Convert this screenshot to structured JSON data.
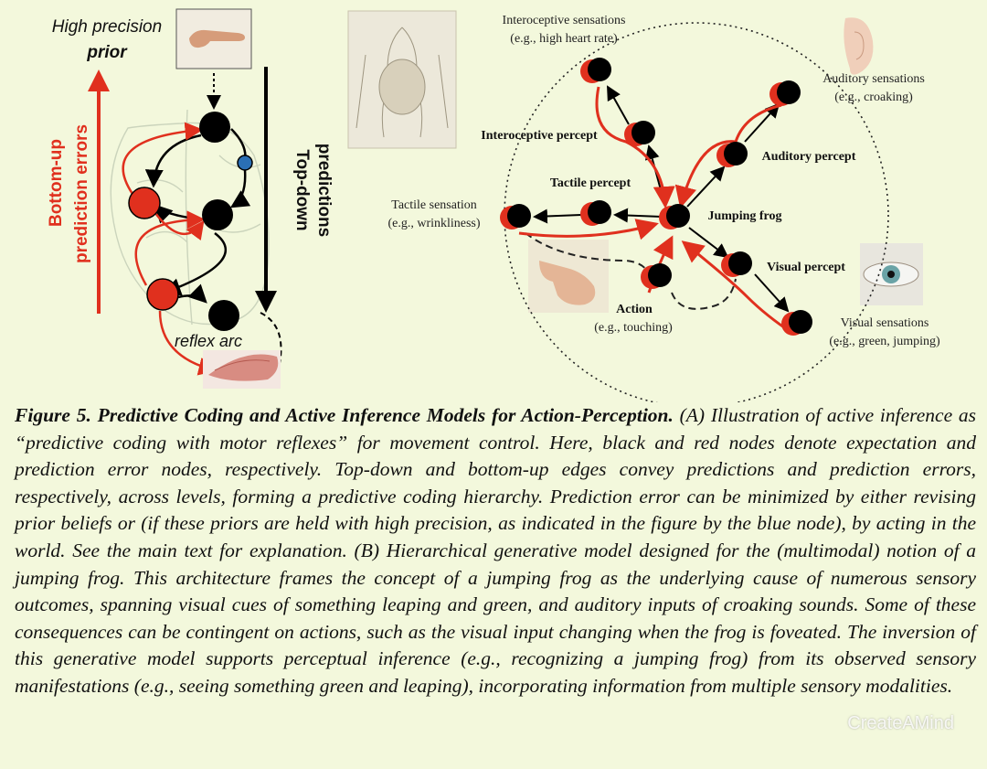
{
  "panel_a": {
    "prior_line1": "High precision",
    "prior_line2": "prior",
    "bottom_up_line1": "Bottom-up",
    "bottom_up_line2": "prediction errors",
    "top_down_line1": "Top-down",
    "top_down_line2": "predictions",
    "reflex_arc": "reflex arc"
  },
  "panel_b": {
    "interoceptive_sensations": "Interoceptive sensations",
    "interoceptive_example": "(e.g., high heart rate)",
    "auditory_sensations": "Auditory sensations",
    "auditory_example": "(e.g., croaking)",
    "interoceptive_percept": "Interoceptive percept",
    "auditory_percept": "Auditory percept",
    "tactile_percept": "Tactile percept",
    "tactile_sensation": "Tactile sensation",
    "tactile_example": "(e.g., wrinkliness)",
    "jumping_frog": "Jumping frog",
    "visual_percept": "Visual percept",
    "action": "Action",
    "action_example": "(e.g., touching)",
    "visual_sensations": "Visual sensations",
    "visual_example": "(e.g., green, jumping)"
  },
  "caption": {
    "title": "Figure 5. Predictive Coding and Active Inference Models for Action-Perception.",
    "body": " (A) Illustration of active inference as “predictive coding with motor reflexes” for movement control. Here, black and red nodes denote expectation and prediction error nodes, respectively. Top-down and bottom-up edges convey predictions and prediction errors, respectively, across levels, forming a predictive coding hierarchy. Prediction error can be minimized by either revising prior beliefs or (if these priors are held with high precision, as indicated in the figure by the blue node), by acting in the world. See the main text for explanation. (B) Hierarchical generative model designed for the (multimodal) notion of a jumping frog. This architecture frames the concept of a jumping frog as the underlying cause of numerous sensory outcomes, spanning visual cues of something leaping and green, and auditory inputs of croaking sounds. Some of these consequences can be contingent on actions, such as the visual input changing when the frog is foveated. The inversion of this generative model supports perceptual inference (e.g., recognizing a jumping frog) from its observed sensory manifestations (e.g., seeing something green and leaping), incorporating information from multiple sensory modalities."
  },
  "watermark": "CreateAMind",
  "colors": {
    "background": "#f3f8dc",
    "expectation_node": "#000000",
    "error_node": "#e0301e",
    "precision_node": "#2a6fb5",
    "arrow_red": "#e0301e"
  }
}
